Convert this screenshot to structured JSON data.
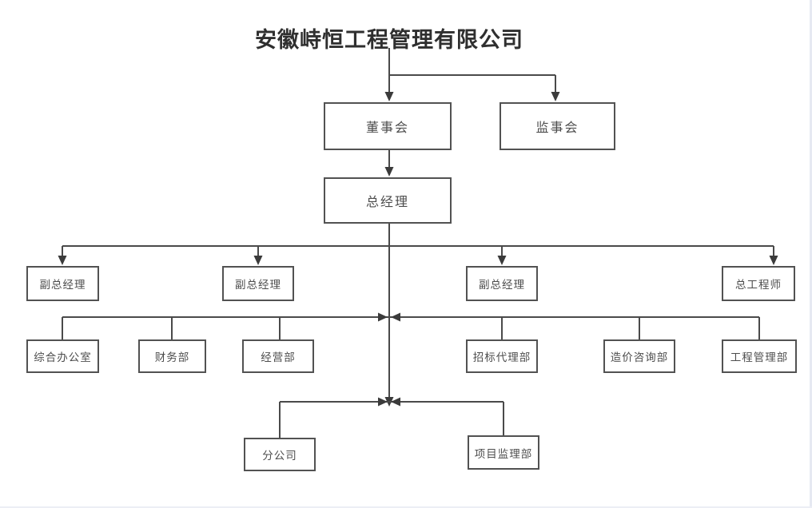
{
  "title": "安徽峙恒工程管理有限公司",
  "colors": {
    "line": "#4a4a4a",
    "arrowhead": "#3b3b3b",
    "box_border": "#525252",
    "box_fill": "#ffffff",
    "node_text": "#4d4d4d",
    "title_text": "#2f2f2f",
    "background": "#ffffff",
    "page_edge": "#e6e9f2"
  },
  "nodes": {
    "board": {
      "label": "董事会"
    },
    "supervisory": {
      "label": "监事会"
    },
    "gm": {
      "label": "总经理"
    },
    "dgm1": {
      "label": "副总经理"
    },
    "dgm2": {
      "label": "副总经理"
    },
    "dgm3": {
      "label": "副总经理"
    },
    "chief_engineer": {
      "label": "总工程师"
    },
    "general_office": {
      "label": "综合办公室"
    },
    "finance": {
      "label": "财务部"
    },
    "operations": {
      "label": "经营部"
    },
    "bidding_agency": {
      "label": "招标代理部"
    },
    "cost_consulting": {
      "label": "造价咨询部"
    },
    "engineering_mgmt": {
      "label": "工程管理部"
    },
    "branch_company": {
      "label": "分公司"
    },
    "project_supervision": {
      "label": "项目监理部"
    }
  },
  "edges": [
    [
      "company_title",
      "board"
    ],
    [
      "company_title",
      "supervisory"
    ],
    [
      "board",
      "gm"
    ],
    [
      "gm",
      "dgm1"
    ],
    [
      "gm",
      "dgm2"
    ],
    [
      "gm",
      "dgm3"
    ],
    [
      "gm",
      "chief_engineer"
    ],
    [
      "gm",
      "general_office"
    ],
    [
      "gm",
      "finance"
    ],
    [
      "gm",
      "operations"
    ],
    [
      "gm",
      "bidding_agency"
    ],
    [
      "gm",
      "cost_consulting"
    ],
    [
      "gm",
      "engineering_mgmt"
    ],
    [
      "gm",
      "branch_company"
    ],
    [
      "gm",
      "project_supervision"
    ]
  ]
}
